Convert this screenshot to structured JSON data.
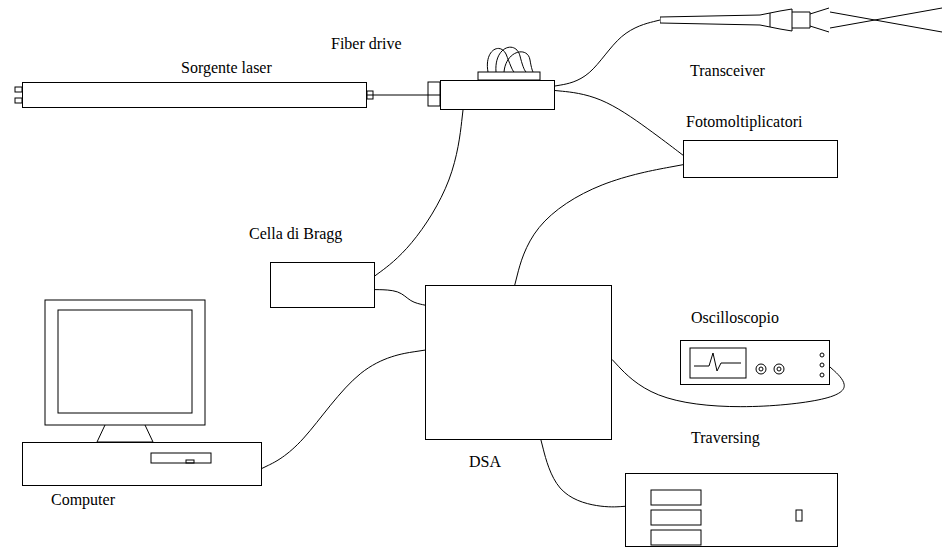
{
  "diagram": {
    "nodes": [
      {
        "text": [
          "Sorgente laser"
        ]
      },
      {
        "text": [
          "Fiber drive"
        ]
      },
      {
        "text": [
          "Transceiver"
        ]
      },
      {
        "text": [
          "Fotomoltiplicatori"
        ]
      },
      {
        "text": [
          "Cella di Bragg"
        ]
      },
      {
        "text": [
          "Oscilloscopio"
        ]
      },
      {
        "text": [
          "DSA"
        ]
      },
      {
        "text": [
          "Computer"
        ]
      },
      {
        "text": [
          "Traversing"
        ]
      }
    ],
    "edges": [
      {
        "from": 0,
        "to": 1,
        "arrow": "none"
      },
      {
        "from": 1,
        "to": 2,
        "arrow": "none"
      },
      {
        "from": 1,
        "to": 3,
        "arrow": "none"
      },
      {
        "from": 1,
        "to": 4,
        "arrow": "none"
      },
      {
        "from": 4,
        "to": 6,
        "arrow": "none"
      },
      {
        "from": 3,
        "to": 6,
        "arrow": "none"
      },
      {
        "from": 6,
        "to": 5,
        "arrow": "none"
      },
      {
        "from": 6,
        "to": 7,
        "arrow": "none"
      },
      {
        "from": 6,
        "to": 8,
        "arrow": "none"
      }
    ]
  }
}
